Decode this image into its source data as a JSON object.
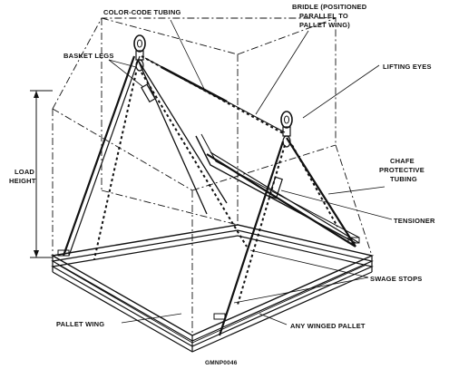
{
  "labels": {
    "color_code_tubing": "COLOR-CODE TUBING",
    "bridle_line1": "BRIDLE (POSITIONED",
    "bridle_line2": "PARALLEL TO",
    "bridle_line3": "PALLET WING)",
    "basket_legs": "BASKET LEGS",
    "lifting_eyes": "LIFTING EYES",
    "load_height_line1": "LOAD",
    "load_height_line2": "HEIGHT",
    "chafe_line1": "CHAFE",
    "chafe_line2": "PROTECTIVE",
    "chafe_line3": "TUBING",
    "tensioner": "TENSIONER",
    "swage_stops": "SWAGE STOPS",
    "pallet_wing": "PALLET WING",
    "any_winged_pallet": "ANY WINGED PALLET",
    "figure_code": "GMNP0046"
  },
  "colors": {
    "ink": "#111111",
    "background": "#ffffff"
  }
}
